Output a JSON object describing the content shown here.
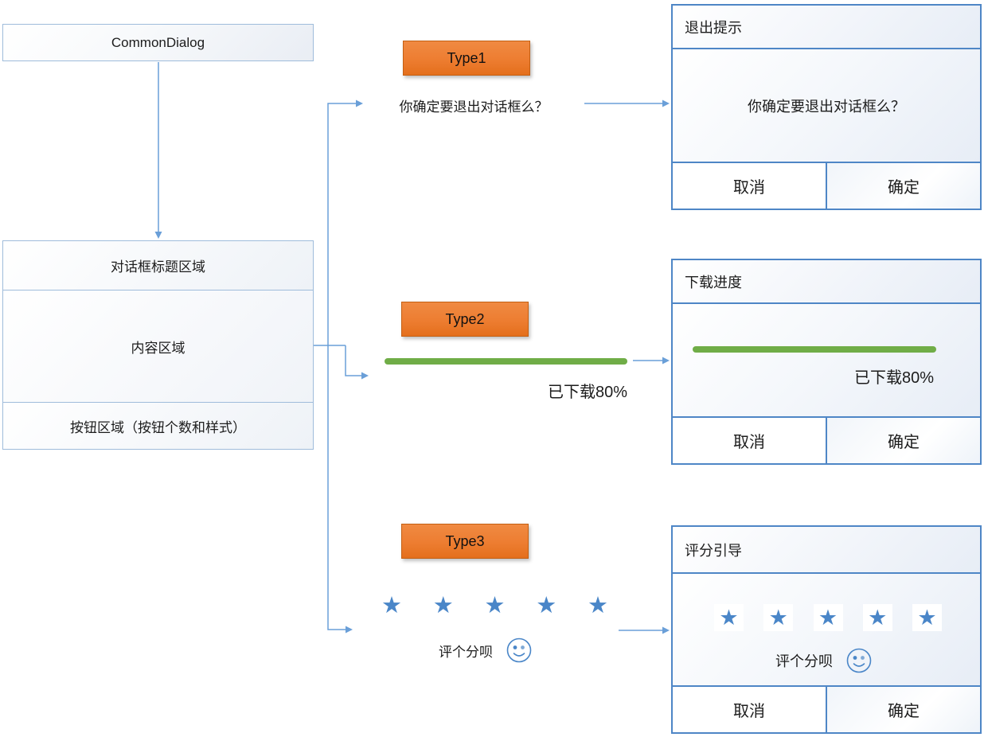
{
  "colors": {
    "accent_orange": "#ED7D31",
    "progress_green": "#70AD47",
    "star_blue": "#4A86C8",
    "connector_blue": "#6A9FD8",
    "dialog_border_blue": "#4E86C6"
  },
  "icons": {
    "star_glyph": "★",
    "smiley": "smiley-face"
  },
  "root_box": {
    "label": "CommonDialog"
  },
  "structure_box": {
    "title_area": "对话框标题区域",
    "content_area": "内容区域",
    "button_area": "按钮区域（按钮个数和样式）"
  },
  "types": [
    {
      "label": "Type1",
      "example_text": "你确定要退出对话框么？"
    },
    {
      "label": "Type2",
      "progress_label": "已下载80%",
      "progress_percent": 80
    },
    {
      "label": "Type3",
      "rating_text": "评个分呗",
      "star_count": 5
    }
  ],
  "dialogs": [
    {
      "title": "退出提示",
      "content_text": "你确定要退出对话框么？",
      "cancel_label": "取消",
      "ok_label": "确定"
    },
    {
      "title": "下载进度",
      "progress_label": "已下载80%",
      "progress_percent": 80,
      "cancel_label": "取消",
      "ok_label": "确定"
    },
    {
      "title": "评分引导",
      "rating_text": "评个分呗",
      "star_count": 5,
      "cancel_label": "取消",
      "ok_label": "确定"
    }
  ]
}
